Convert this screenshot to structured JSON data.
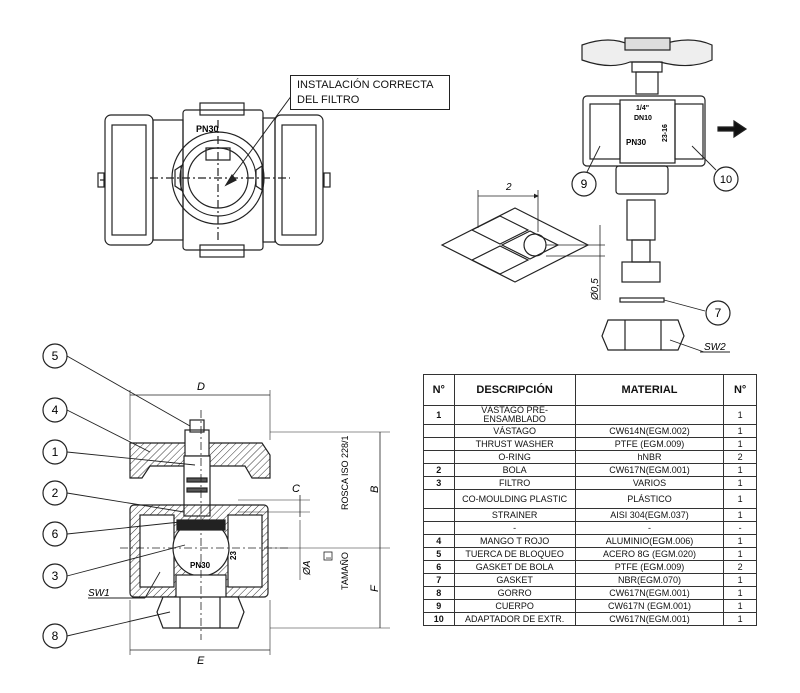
{
  "note": {
    "line1": "INSTALACIÓN CORRECTA",
    "line2": "DEL FILTRO"
  },
  "body_markings": {
    "pn": "PN30",
    "size": "23",
    "dn": "DN10",
    "thread": "1/4\"",
    "flow": "23-16"
  },
  "callouts": [
    "5",
    "4",
    "1",
    "2",
    "6",
    "3",
    "8",
    "9",
    "10",
    "7"
  ],
  "dimensions": {
    "D": "D",
    "C": "C",
    "B": "B",
    "F": "F",
    "E": "E",
    "phiA": "ØA",
    "SW1": "SW1",
    "SW2": "SW2",
    "mesh": "2",
    "wire": "Ø0,5",
    "rosca": "ROSCA ISO 228/1",
    "tamano": "TAMAÑO",
    "tamano_box": "I"
  },
  "table": {
    "headers": [
      "N°",
      "DESCRIPCIÓN",
      "MATERIAL",
      "N°"
    ],
    "rows": [
      {
        "no": "1",
        "desc": "VÁSTAGO PRE-ENSAMBLADO",
        "material": "",
        "qty": "1"
      },
      {
        "no": "",
        "desc": "VÁSTAGO",
        "material": "CW614N(EGM.002)",
        "qty": "1"
      },
      {
        "no": "",
        "desc": "THRUST WASHER",
        "material": "PTFE (EGM.009)",
        "qty": "1"
      },
      {
        "no": "",
        "desc": "O-RING",
        "material": "hNBR",
        "qty": "2"
      },
      {
        "no": "2",
        "desc": "BOLA",
        "material": "CW617N(EGM.001)",
        "qty": "1"
      },
      {
        "no": "3",
        "desc": "FILTRO",
        "material": "VARIOS",
        "qty": "1"
      },
      {
        "no": "",
        "desc": "CO-MOULDING PLASTIC",
        "material": "PLÁSTICO",
        "qty": "1"
      },
      {
        "no": "",
        "desc": "STRAINER",
        "material": "AISI 304(EGM.037)",
        "qty": "1"
      },
      {
        "no": "",
        "desc": "-",
        "material": "-",
        "qty": "-"
      },
      {
        "no": "4",
        "desc": "MANGO T ROJO",
        "material": "ALUMINIO(EGM.006)",
        "qty": "1"
      },
      {
        "no": "5",
        "desc": "TUERCA DE BLOQUEO",
        "material": "ACERO 8G (EGM.020)",
        "qty": "1"
      },
      {
        "no": "6",
        "desc": "GASKET DE BOLA",
        "material": "PTFE (EGM.009)",
        "qty": "2"
      },
      {
        "no": "7",
        "desc": "GASKET",
        "material": "NBR(EGM.070)",
        "qty": "1"
      },
      {
        "no": "8",
        "desc": "GORRO",
        "material": "CW617N(EGM.001)",
        "qty": "1"
      },
      {
        "no": "9",
        "desc": "CUERPO",
        "material": "CW617N (EGM.001)",
        "qty": "1"
      },
      {
        "no": "10",
        "desc": "ADAPTADOR DE EXTR.",
        "material": "CW617N(EGM.001)",
        "qty": "1"
      }
    ]
  }
}
